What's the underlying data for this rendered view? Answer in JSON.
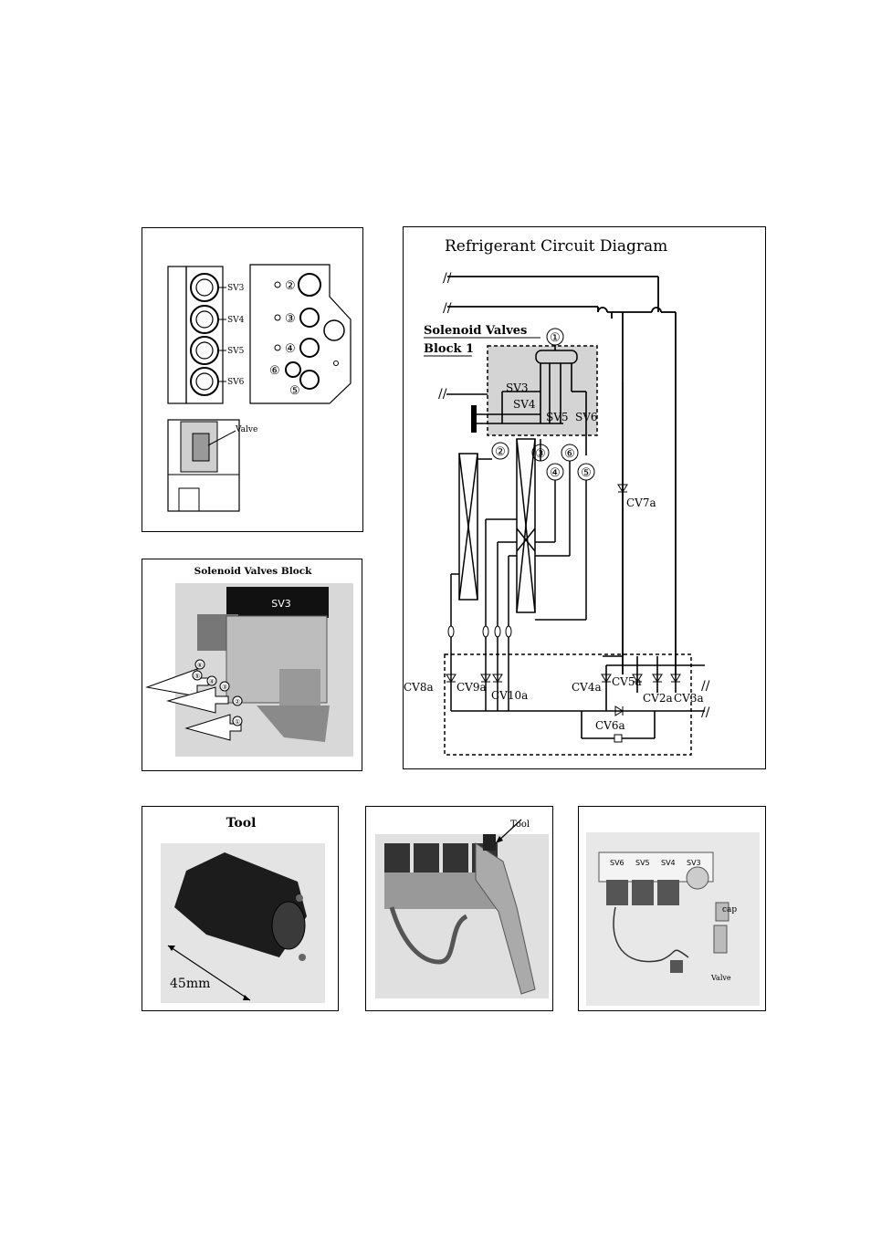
{
  "topleft": {
    "valves": [
      "SV3",
      "SV4",
      "SV5",
      "SV6"
    ],
    "ports": [
      "②",
      "③",
      "④",
      "⑥",
      "⑤"
    ],
    "valve_label": "Valve"
  },
  "block_photo": {
    "title": "Solenoid Valves Block",
    "tag": "SV3",
    "ports": [
      "⑥",
      "⑤",
      "④",
      "③",
      "②",
      "①"
    ]
  },
  "circuit": {
    "title": "Refrigerant Circuit Diagram",
    "block_label_1": "Solenoid Valves",
    "block_label_2": "Block 1",
    "sv": [
      "SV3",
      "SV4",
      "SV5",
      "SV6"
    ],
    "ports": [
      "①",
      "②",
      "③",
      "⑥",
      "④",
      "⑤"
    ],
    "cv": [
      "CV7a",
      "CV8a",
      "CV9a",
      "CV10a",
      "CV4a",
      "CV5a",
      "CV2a",
      "CV3a",
      "CV6a"
    ]
  },
  "tool_photo": {
    "title": "Tool",
    "dimension": "45mm"
  },
  "wrench_photo": {
    "label": "Tool"
  },
  "parts_photo": {
    "valves": [
      "SV6",
      "SV5",
      "SV4",
      "SV3"
    ],
    "cap": "cap",
    "valve": "Valve"
  }
}
